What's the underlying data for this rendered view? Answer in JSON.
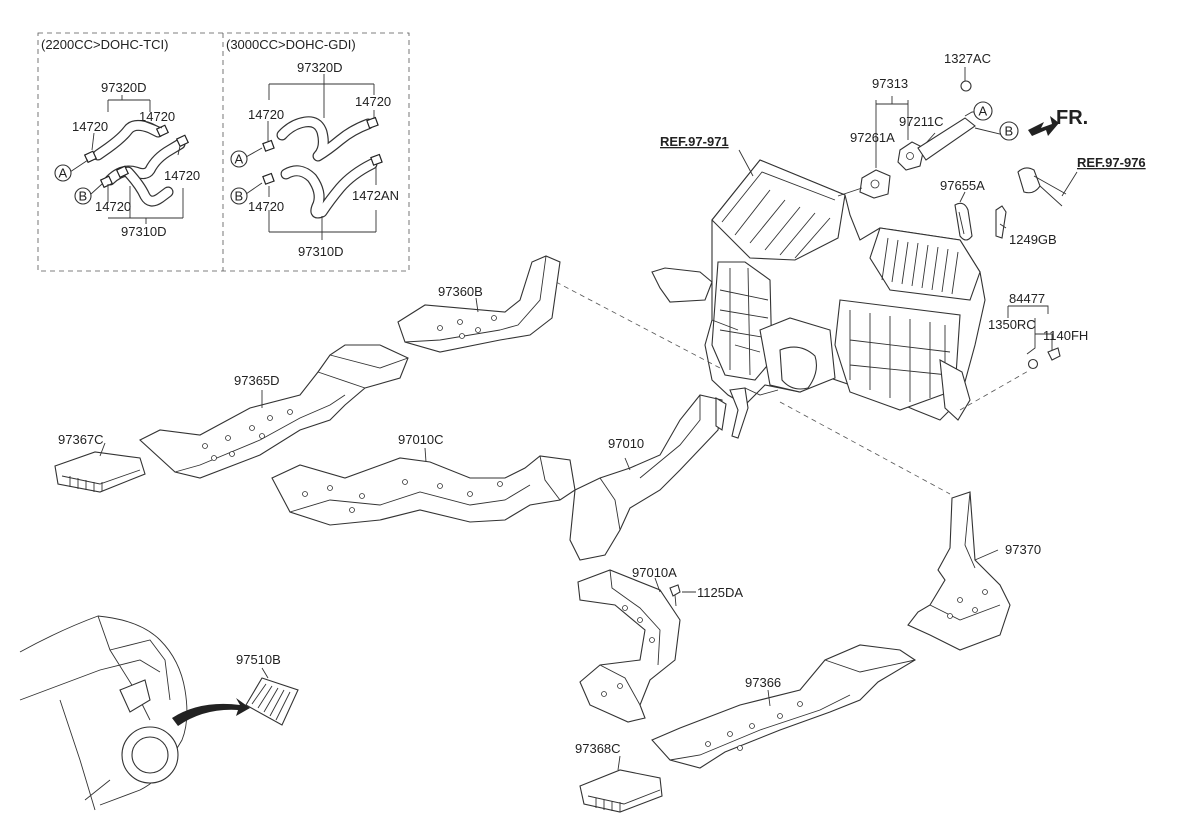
{
  "panels": {
    "engine_a": "(2200CC>DOHC-TCI)",
    "engine_b": "(3000CC>DOHC-GDI)"
  },
  "circle_labels": {
    "a": "A",
    "b": "B"
  },
  "front_label": "FR.",
  "references": {
    "ref_971": "REF.97-971",
    "ref_976": "REF.97-976"
  },
  "part_numbers": {
    "a_97320D": "97320D",
    "a_14720_l": "14720",
    "a_14720_r": "14720",
    "a_14720_rb": "14720",
    "a_14720_b": "14720",
    "a_97310D": "97310D",
    "b_97320D": "97320D",
    "b_14720_t": "14720",
    "b_14720_r": "14720",
    "b_14720_b": "14720",
    "b_1472AN": "1472AN",
    "b_97310D": "97310D",
    "p1327AC": "1327AC",
    "p97313": "97313",
    "p97211C": "97211C",
    "p97261A": "97261A",
    "p97655A": "97655A",
    "p1249GB": "1249GB",
    "p84477": "84477",
    "p1350RC": "1350RC",
    "p1140FH": "1140FH",
    "p97360B": "97360B",
    "p97365D": "97365D",
    "p97367C": "97367C",
    "p97010C": "97010C",
    "p97010": "97010",
    "p97010A": "97010A",
    "p1125DA": "1125DA",
    "p97370": "97370",
    "p97366": "97366",
    "p97368C": "97368C",
    "p97510B": "97510B"
  }
}
